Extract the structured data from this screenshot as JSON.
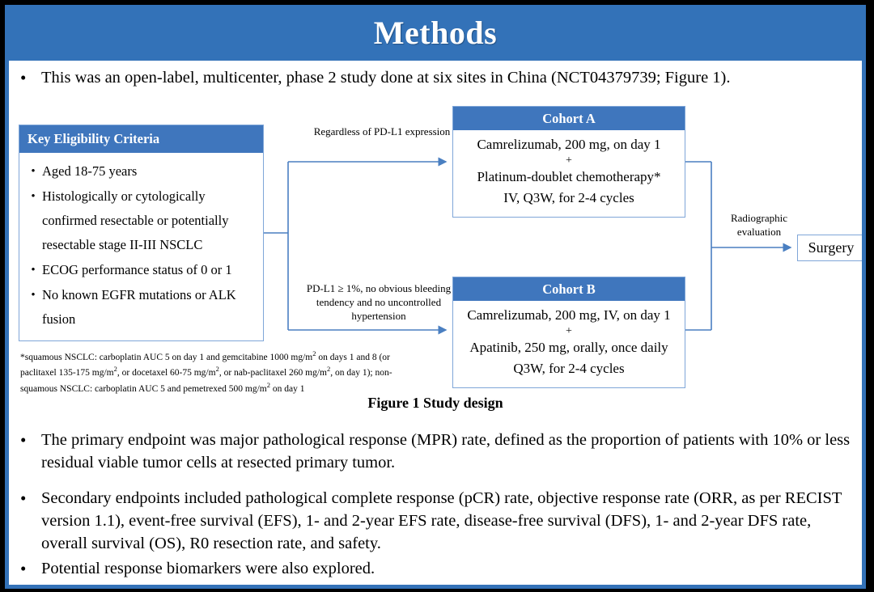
{
  "slide": {
    "title": "Methods",
    "accent_color": "#3372b8",
    "header_box_color": "#3f76bd",
    "border_color": "#7fa6d8",
    "frame_color": "#000000"
  },
  "lead_bullet": {
    "marker": "•",
    "text": "This was an open-label, multicenter, phase 2 study done at six sites in China (NCT04379739; Figure 1)."
  },
  "figure": {
    "caption": "Figure 1 Study design",
    "eligibility": {
      "header": "Key  Eligibility Criteria",
      "marker": "•",
      "items": [
        "Aged 18-75 years",
        "Histologically or cytologically confirmed resectable or potentially resectable stage II-III  NSCLC",
        "ECOG performance status of 0 or 1",
        "No known EGFR mutations or ALK fusion"
      ]
    },
    "footnote": {
      "line1_a": "*squamous NSCLC: carboplatin AUC 5 on day 1 and gemcitabine 1000 mg/m",
      "line1_sup": "2",
      "line1_b": " on days 1 and 8 (or paclitaxel 135-175  mg/m",
      "line2_sup": "2",
      "line2_a": ", or docetaxel 60-75 mg/m",
      "line2_sup2": "2",
      "line2_b": ", or nab-paclitaxel 260 mg/m",
      "line2_sup3": "2",
      "line2_c": ", on day 1); non-squamous NSCLC: carboplatin AUC 5 and pemetrexed 500 mg/m",
      "line3_sup": "2",
      "line3_a": " on day 1"
    },
    "cohort_a": {
      "header": "Cohort A",
      "line1": "Camrelizumab, 200 mg, on day 1",
      "plus": "+",
      "line2": "Platinum-doublet chemotherapy*",
      "line3": "IV, Q3W, for 2-4 cycles"
    },
    "cohort_b": {
      "header": "Cohort B",
      "line1": "Camrelizumab, 200 mg, IV, on day 1",
      "plus": "+",
      "line2": "Apatinib, 250 mg, orally, once daily",
      "line3": "Q3W, for 2-4 cycles"
    },
    "connector_labels": {
      "to_cohort_a": "Regardless  of PD-L1 expression",
      "to_cohort_b": "PD-L1 ≥ 1%, no obvious bleeding tendency and no uncontrolled  hypertension",
      "to_surgery": "Radiographic evaluation"
    },
    "surgery": {
      "label": "Surgery"
    }
  },
  "endpoints": [
    {
      "marker": "•",
      "text": "The primary endpoint was major pathological response (MPR) rate, defined as the proportion of patients with 10% or less residual viable tumor cells at resected primary tumor."
    },
    {
      "marker": "•",
      "text": "Secondary endpoints included pathological complete response (pCR) rate, objective response rate (ORR, as per RECIST version 1.1), event-free survival (EFS), 1- and 2-year EFS rate, disease-free survival (DFS), 1- and 2-year DFS rate, overall survival (OS), R0 resection rate, and safety."
    },
    {
      "marker": "•",
      "text": "Potential response biomarkers were also explored."
    }
  ]
}
